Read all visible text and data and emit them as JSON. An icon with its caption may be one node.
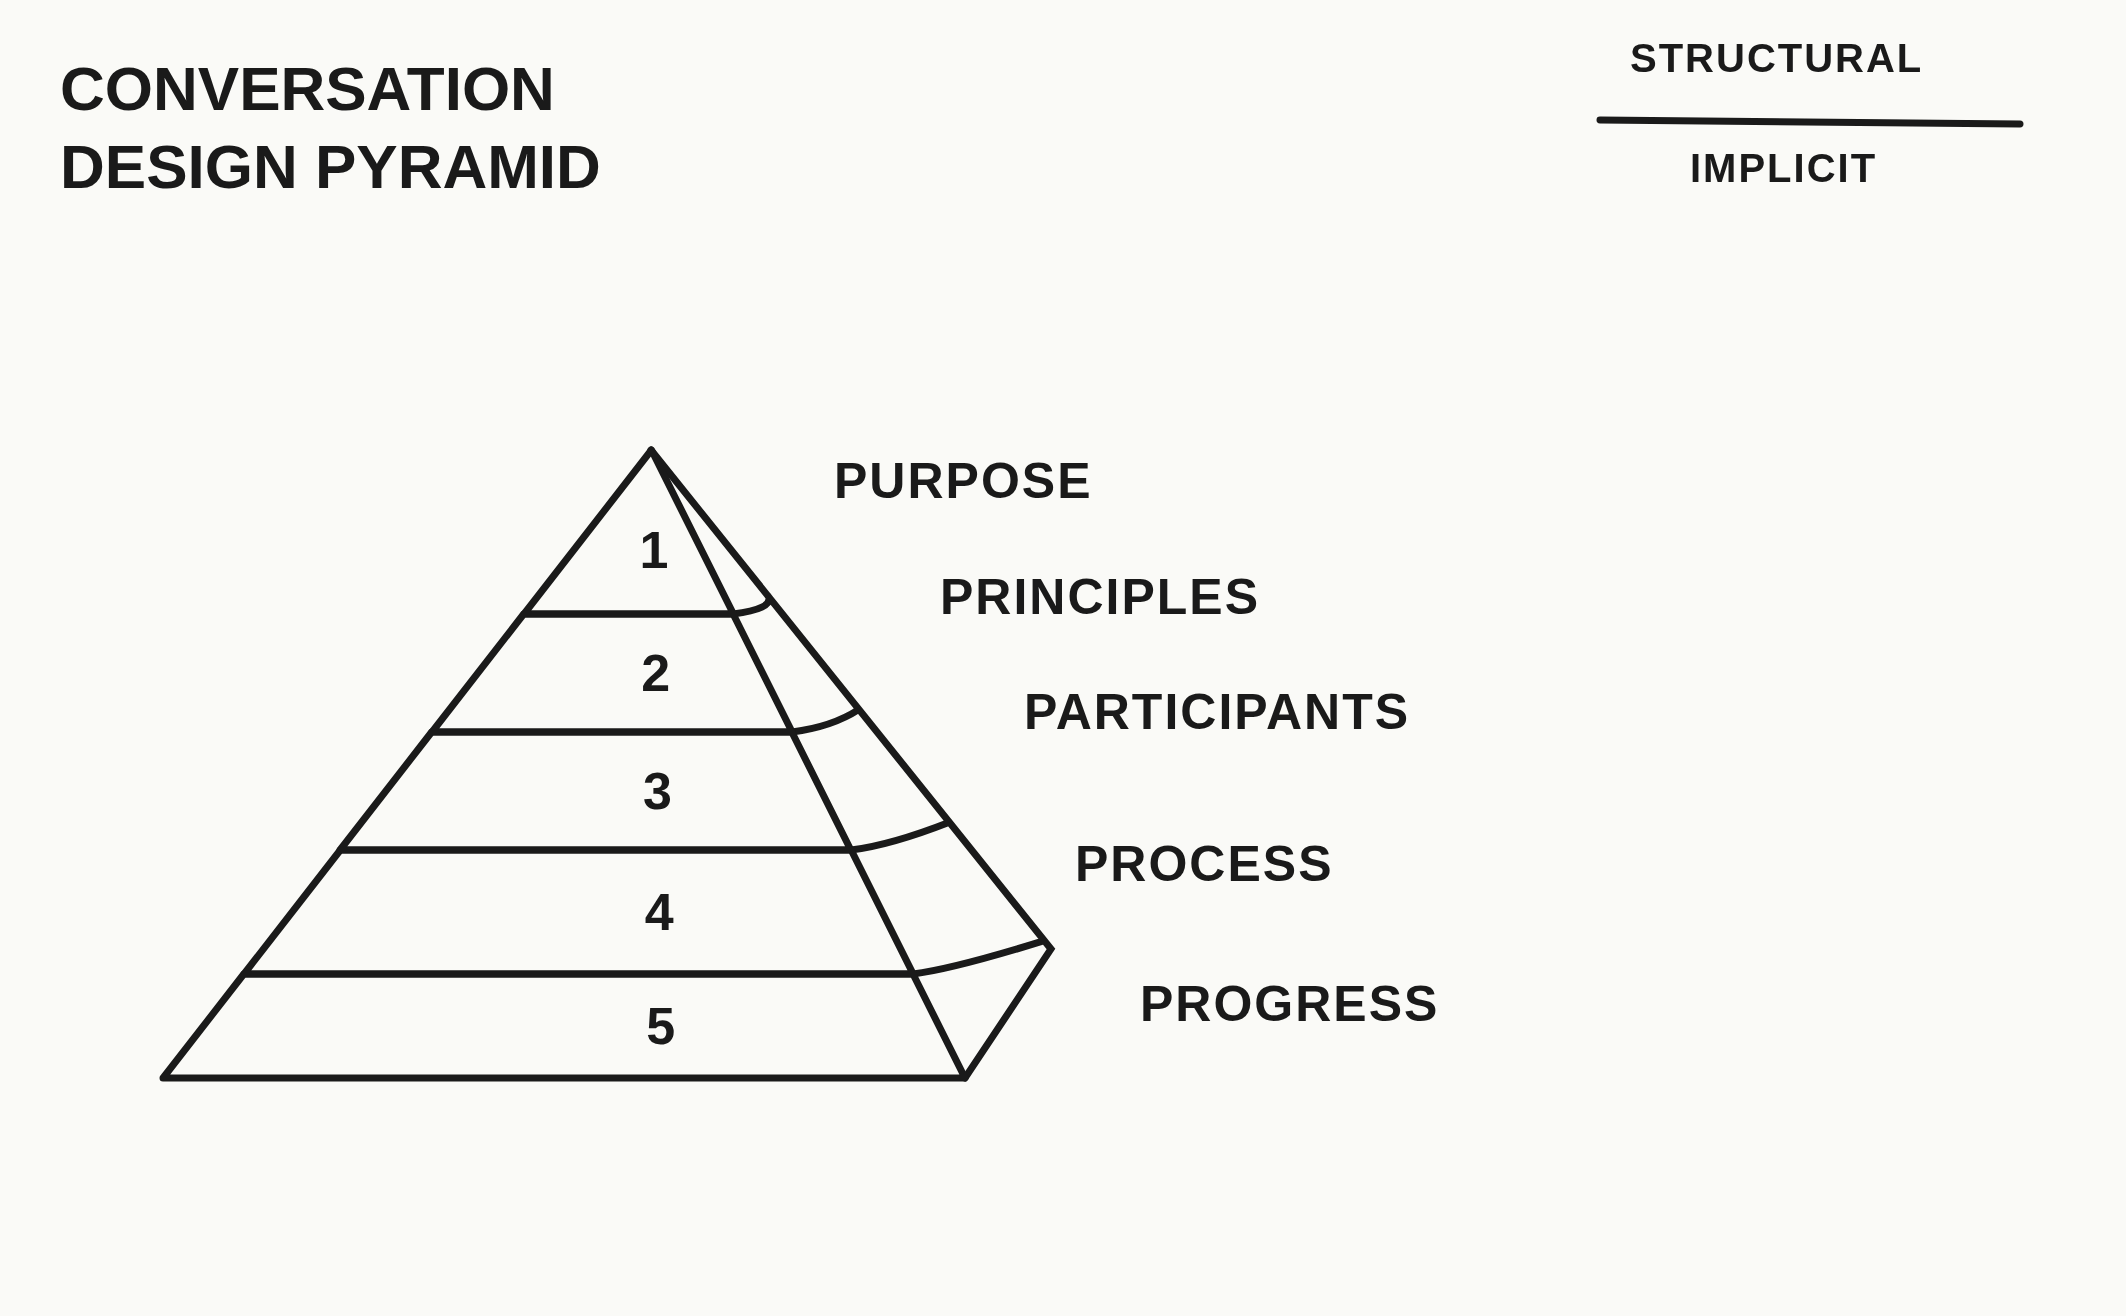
{
  "diagram": {
    "title": "CONVERSATION DESIGN PYRAMID",
    "nodes": [
      {
        "text": [
          "1"
        ],
        "beside": [
          "PURPOSE"
        ]
      },
      {
        "text": [
          "2"
        ],
        "beside": [
          "PRINCIPLES"
        ]
      },
      {
        "text": [
          "3"
        ],
        "beside": [
          "PARTICIPANTS"
        ]
      },
      {
        "text": [
          "4"
        ],
        "beside": [
          "PROCESS"
        ]
      },
      {
        "text": [
          "5"
        ],
        "beside": [
          "PROGRESS"
        ]
      }
    ],
    "edges": [],
    "labels": [
      "STRUCTURAL",
      "IMPLICIT"
    ]
  }
}
